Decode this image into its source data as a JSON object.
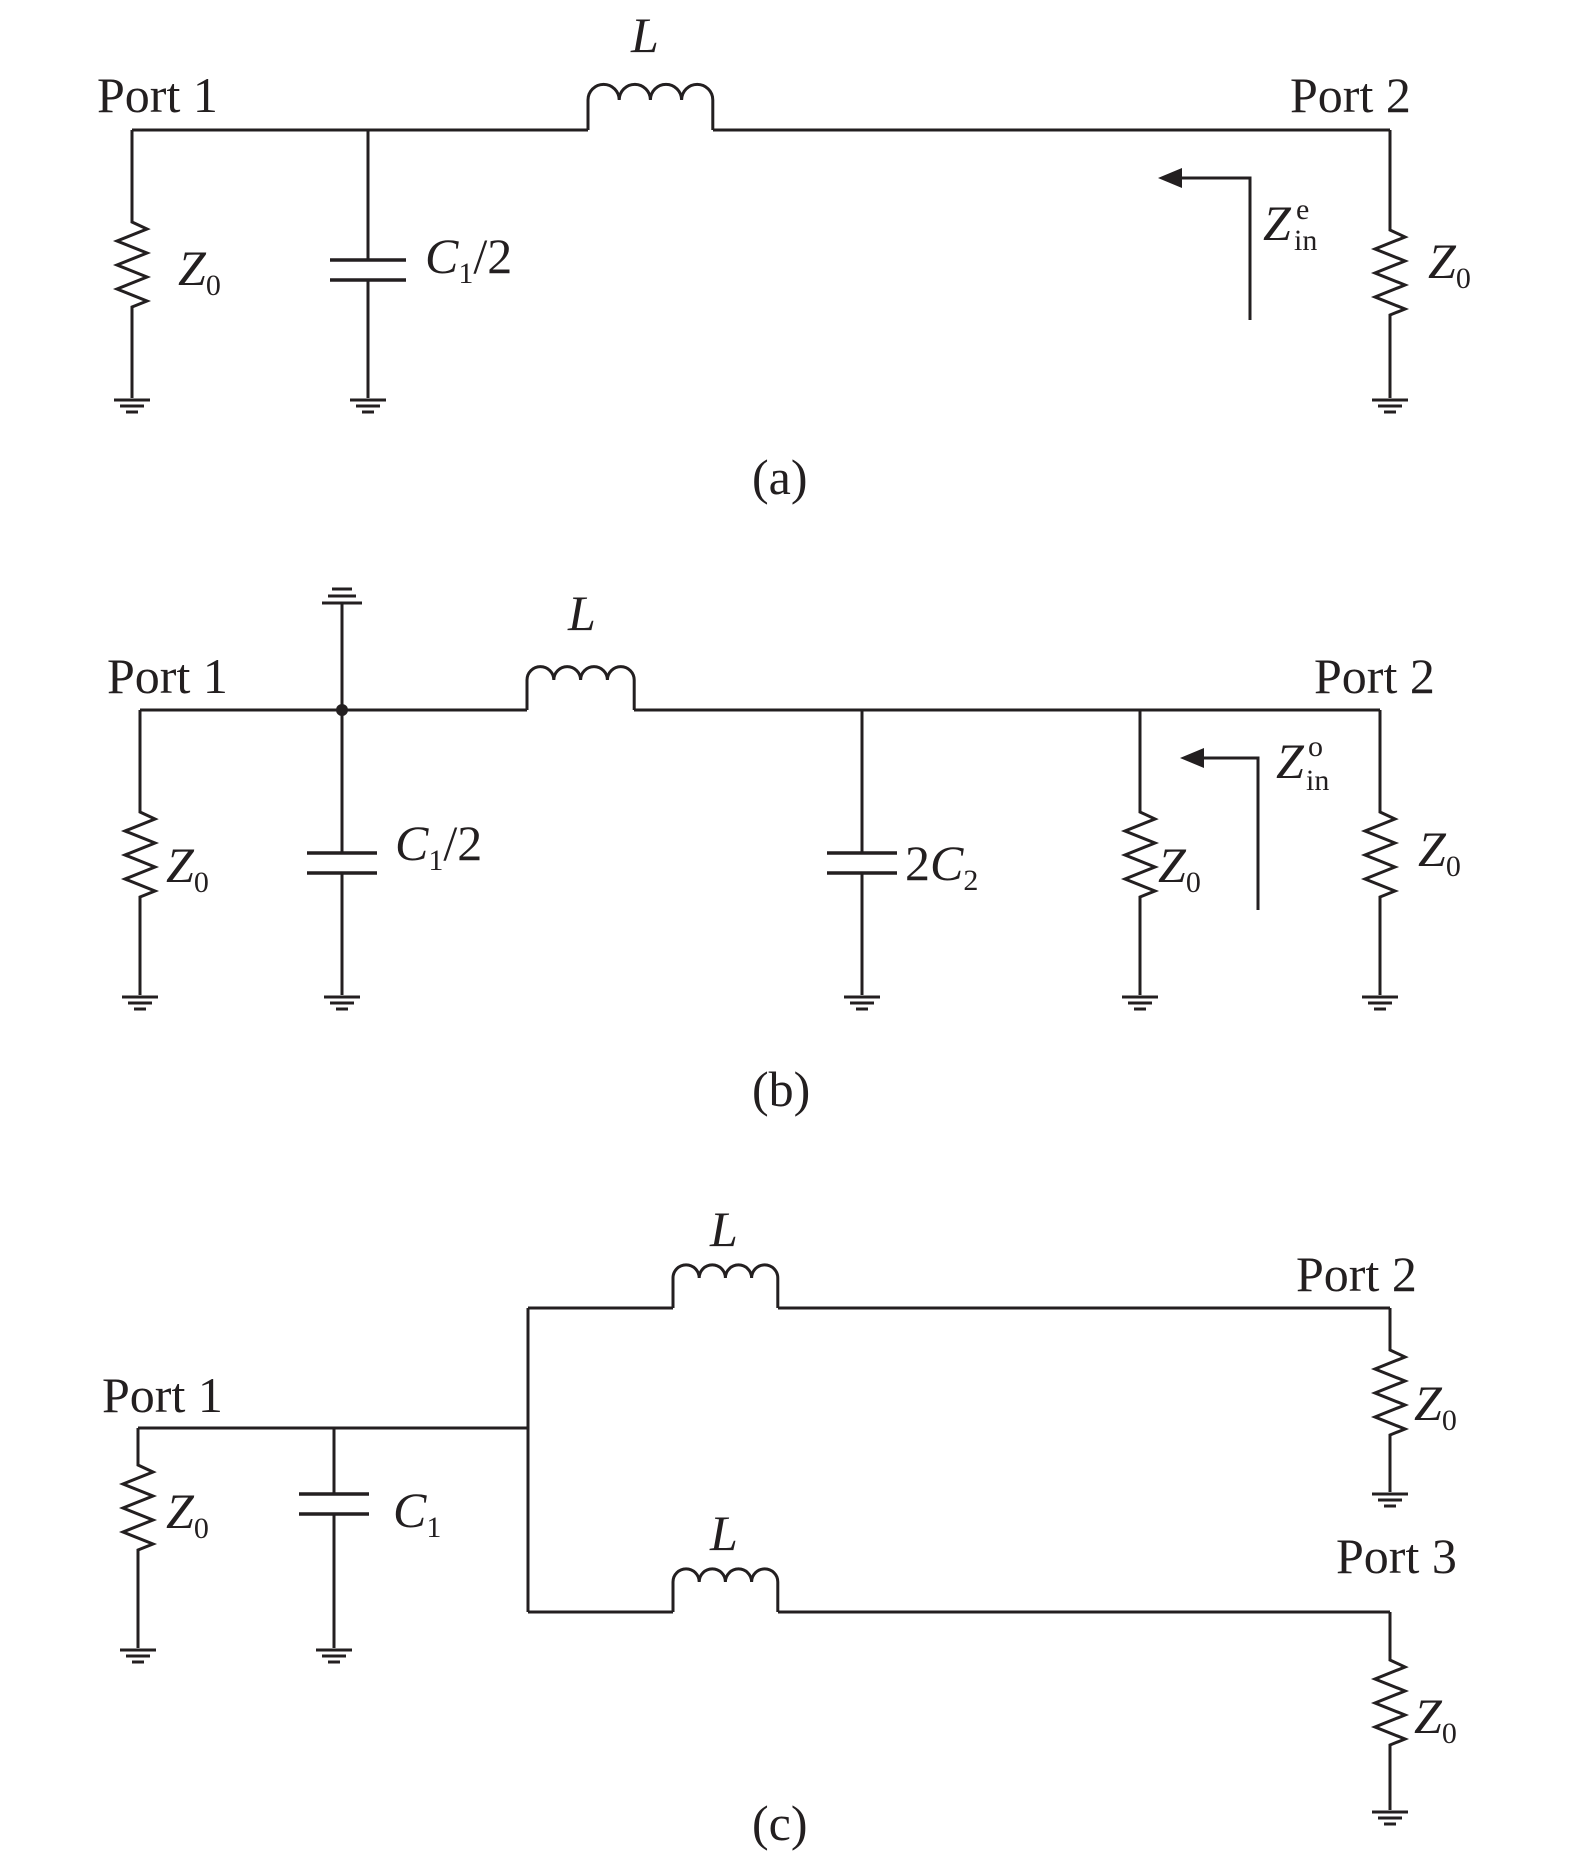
{
  "panels": {
    "a": {
      "caption": "(a)",
      "port1": "Port 1",
      "port2": "Port 2",
      "L": "L",
      "z0_left": {
        "main": "Z",
        "sub": "0"
      },
      "z0_right": {
        "main": "Z",
        "sub": "0"
      },
      "c": {
        "main": "C",
        "sub": "1",
        "tail": "/2"
      },
      "zin": {
        "main": "Z",
        "sub": "in",
        "sup": "e"
      }
    },
    "b": {
      "caption": "(b)",
      "port1": "Port 1",
      "port2": "Port 2",
      "L": "L",
      "z0_left": {
        "main": "Z",
        "sub": "0"
      },
      "z0_mid": {
        "main": "Z",
        "sub": "0"
      },
      "z0_right": {
        "main": "Z",
        "sub": "0"
      },
      "c1": {
        "main": "C",
        "sub": "1",
        "tail": "/2"
      },
      "c2": {
        "pre": "2",
        "main": "C",
        "sub": "2"
      },
      "zin": {
        "main": "Z",
        "sub": "in",
        "sup": "o"
      }
    },
    "c": {
      "caption": "(c)",
      "port1": "Port 1",
      "port2": "Port 2",
      "port3": "Port 3",
      "L_top": "L",
      "L_bottom": "L",
      "z0_left": {
        "main": "Z",
        "sub": "0"
      },
      "z0_port2": {
        "main": "Z",
        "sub": "0"
      },
      "z0_port3": {
        "main": "Z",
        "sub": "0"
      },
      "c": {
        "main": "C",
        "sub": "1"
      }
    }
  }
}
